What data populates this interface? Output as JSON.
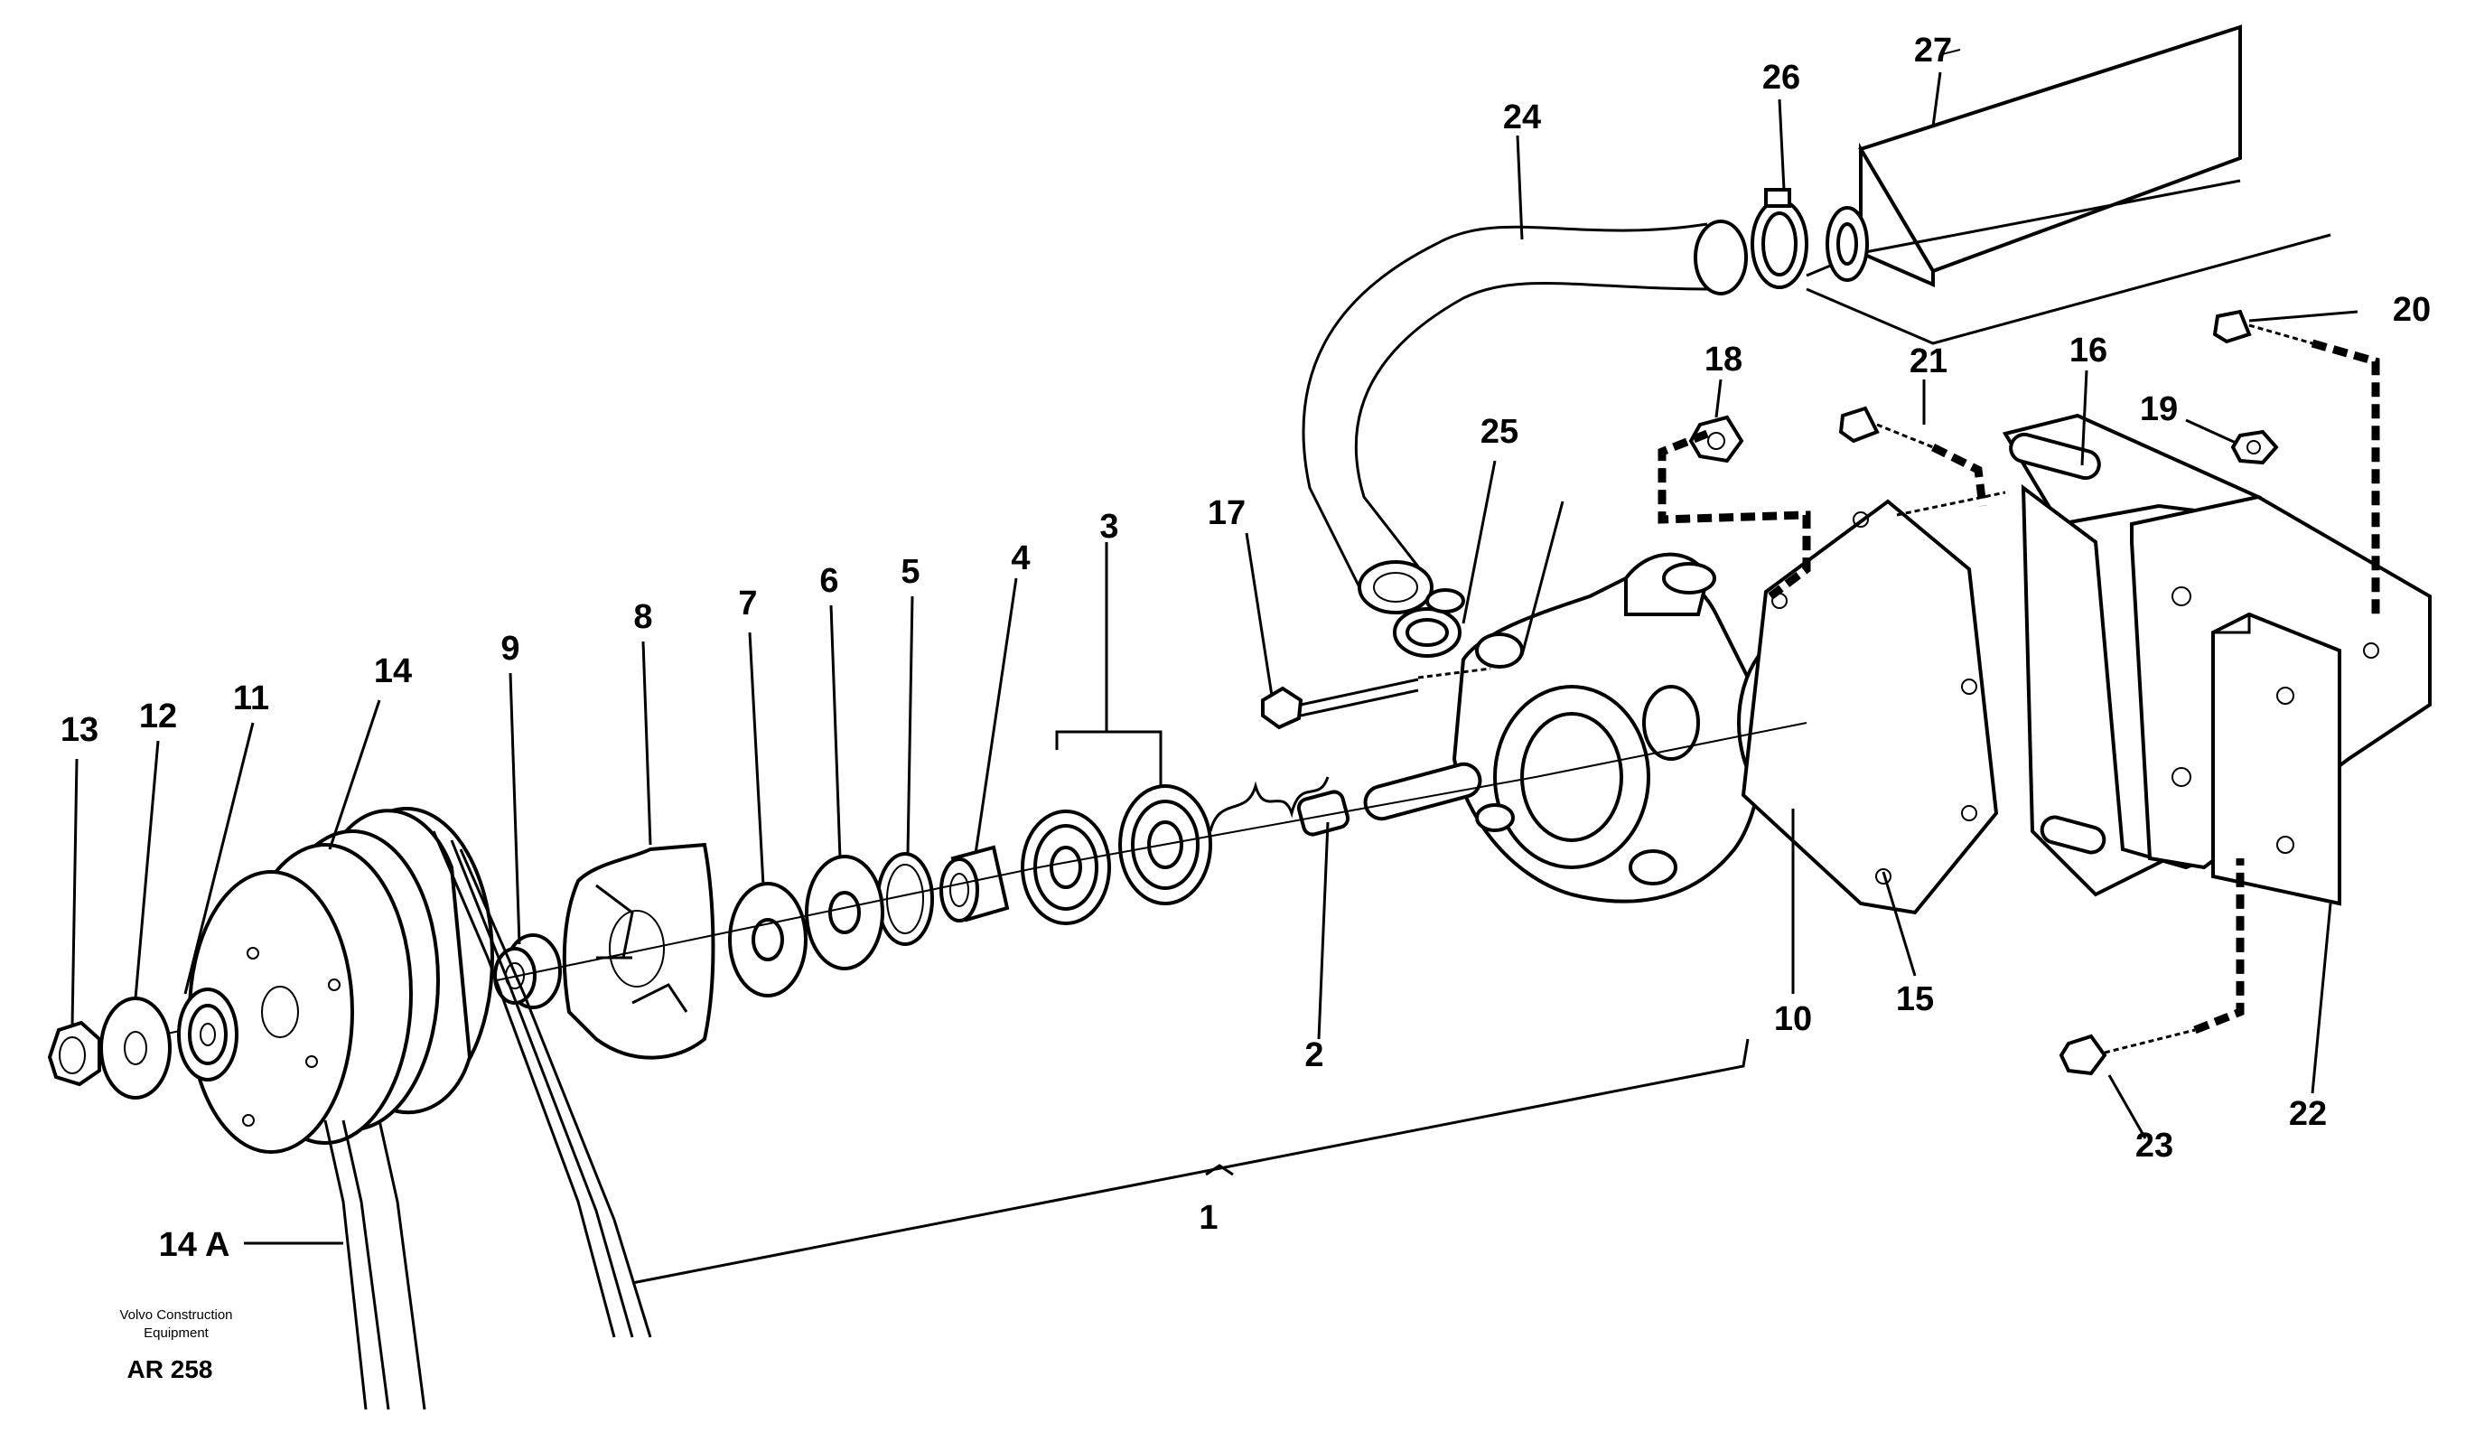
{
  "labels": {
    "l1": "1",
    "l2": "2",
    "l3": "3",
    "l4": "4",
    "l5": "5",
    "l6": "6",
    "l7": "7",
    "l8": "8",
    "l9": "9",
    "l10": "10",
    "l11": "11",
    "l12": "12",
    "l13": "13",
    "l14": "14",
    "l14a": "14 A",
    "l15": "15",
    "l16": "16",
    "l17": "17",
    "l18": "18",
    "l19": "19",
    "l20": "20",
    "l21": "21",
    "l22": "22",
    "l23": "23",
    "l24": "24",
    "l25": "25",
    "l26": "26",
    "l27": "27"
  },
  "footer": {
    "company_line1": "Volvo Construction",
    "company_line2": "Equipment",
    "code": "AR 258"
  }
}
